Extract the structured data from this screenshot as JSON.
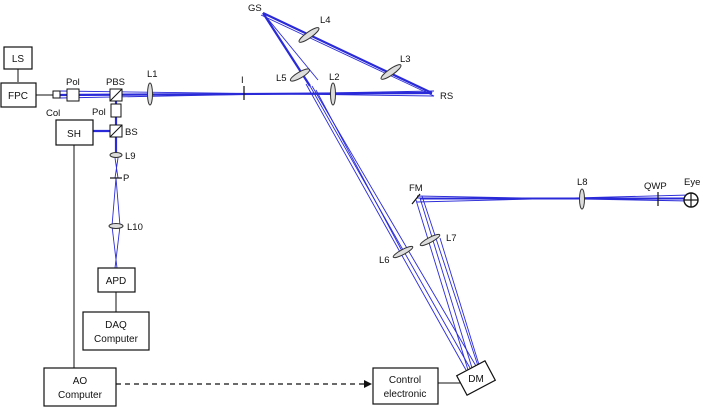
{
  "labels": {
    "ls": "LS",
    "fpc": "FPC",
    "col": "Col",
    "pol1": "Pol",
    "pbs": "PBS",
    "pol2": "Pol",
    "sh": "SH",
    "bs": "BS",
    "l1": "L1",
    "i": "I",
    "l2": "L2",
    "l3": "L3",
    "l4": "L4",
    "l5": "L5",
    "gs": "GS",
    "rs": "RS",
    "l9": "L9",
    "p": "P",
    "l10": "L10",
    "apd": "APD",
    "daq_line1": "DAQ",
    "daq_line2": "Computer",
    "fm": "FM",
    "l6": "L6",
    "l7": "L7",
    "l8": "L8",
    "qwp": "QWP",
    "eye": "Eye",
    "dm": "DM",
    "ao_line1": "AO",
    "ao_line2": "Computer",
    "ctrl_line1": "Control",
    "ctrl_line2": "electronic"
  }
}
